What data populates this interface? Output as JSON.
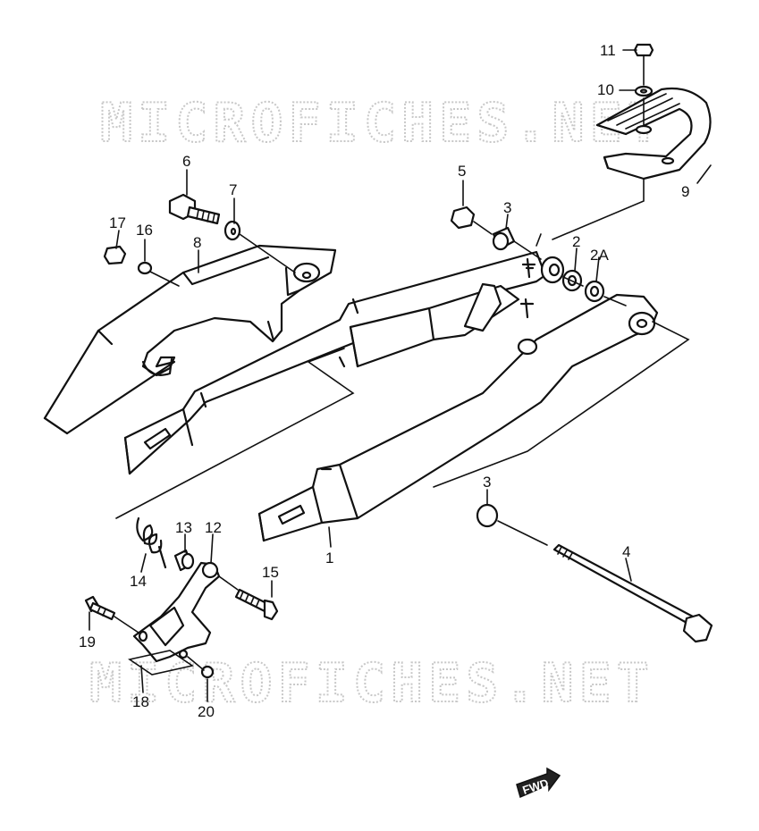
{
  "watermark": {
    "top_text": "MICROFICHES.NET",
    "bottom_text": "MICROFICHES.NET"
  },
  "fwd_badge": {
    "text": "FWD"
  },
  "callouts": [
    {
      "id": "11",
      "label": "11"
    },
    {
      "id": "10",
      "label": "10"
    },
    {
      "id": "9",
      "label": "9"
    },
    {
      "id": "6",
      "label": "6"
    },
    {
      "id": "7",
      "label": "7"
    },
    {
      "id": "5",
      "label": "5"
    },
    {
      "id": "3a",
      "label": "3"
    },
    {
      "id": "17",
      "label": "17"
    },
    {
      "id": "16",
      "label": "16"
    },
    {
      "id": "8",
      "label": "8"
    },
    {
      "id": "2",
      "label": "2"
    },
    {
      "id": "2A",
      "label": "2A"
    },
    {
      "id": "3b",
      "label": "3"
    },
    {
      "id": "4",
      "label": "4"
    },
    {
      "id": "1",
      "label": "1"
    },
    {
      "id": "13",
      "label": "13"
    },
    {
      "id": "12",
      "label": "12"
    },
    {
      "id": "14",
      "label": "14"
    },
    {
      "id": "15",
      "label": "15"
    },
    {
      "id": "19",
      "label": "19"
    },
    {
      "id": "18",
      "label": "18"
    },
    {
      "id": "20",
      "label": "20"
    }
  ]
}
